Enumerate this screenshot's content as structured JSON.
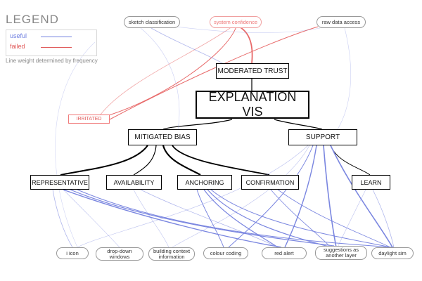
{
  "legend": {
    "title": "LEGEND",
    "useful_label": "useful",
    "failed_label": "failed",
    "note": "Line weight determined by frequency",
    "useful_color": "#6f7fe0",
    "failed_color": "#e05a5a"
  },
  "nodes": {
    "moderated_trust": "MODERATED TRUST",
    "explanation_vis": "EXPLANATION VIS",
    "mitigated_bias": "MITIGATED BIAS",
    "support": "SUPPORT",
    "representative": "REPRESENTATIVE",
    "availability": "AVAILABILITY",
    "anchoring": "ANCHORING",
    "confirmation": "CONFIRMATION",
    "learn": "LEARN",
    "irritated": "IRRITATED"
  },
  "top_features": {
    "sketch_classification": "sketch classification",
    "system_confidence": "system confidence",
    "raw_data_access": "raw data access"
  },
  "bottom_features": {
    "i_icon": "i icon",
    "drop_down_windows": "drop-down windows",
    "building_context_information": "building context information",
    "colour_coding": "colour coding",
    "red_alert": "red alert",
    "suggestions_as_another_layer": "suggestions as another layer",
    "daylight_sim": "daylight sim"
  }
}
